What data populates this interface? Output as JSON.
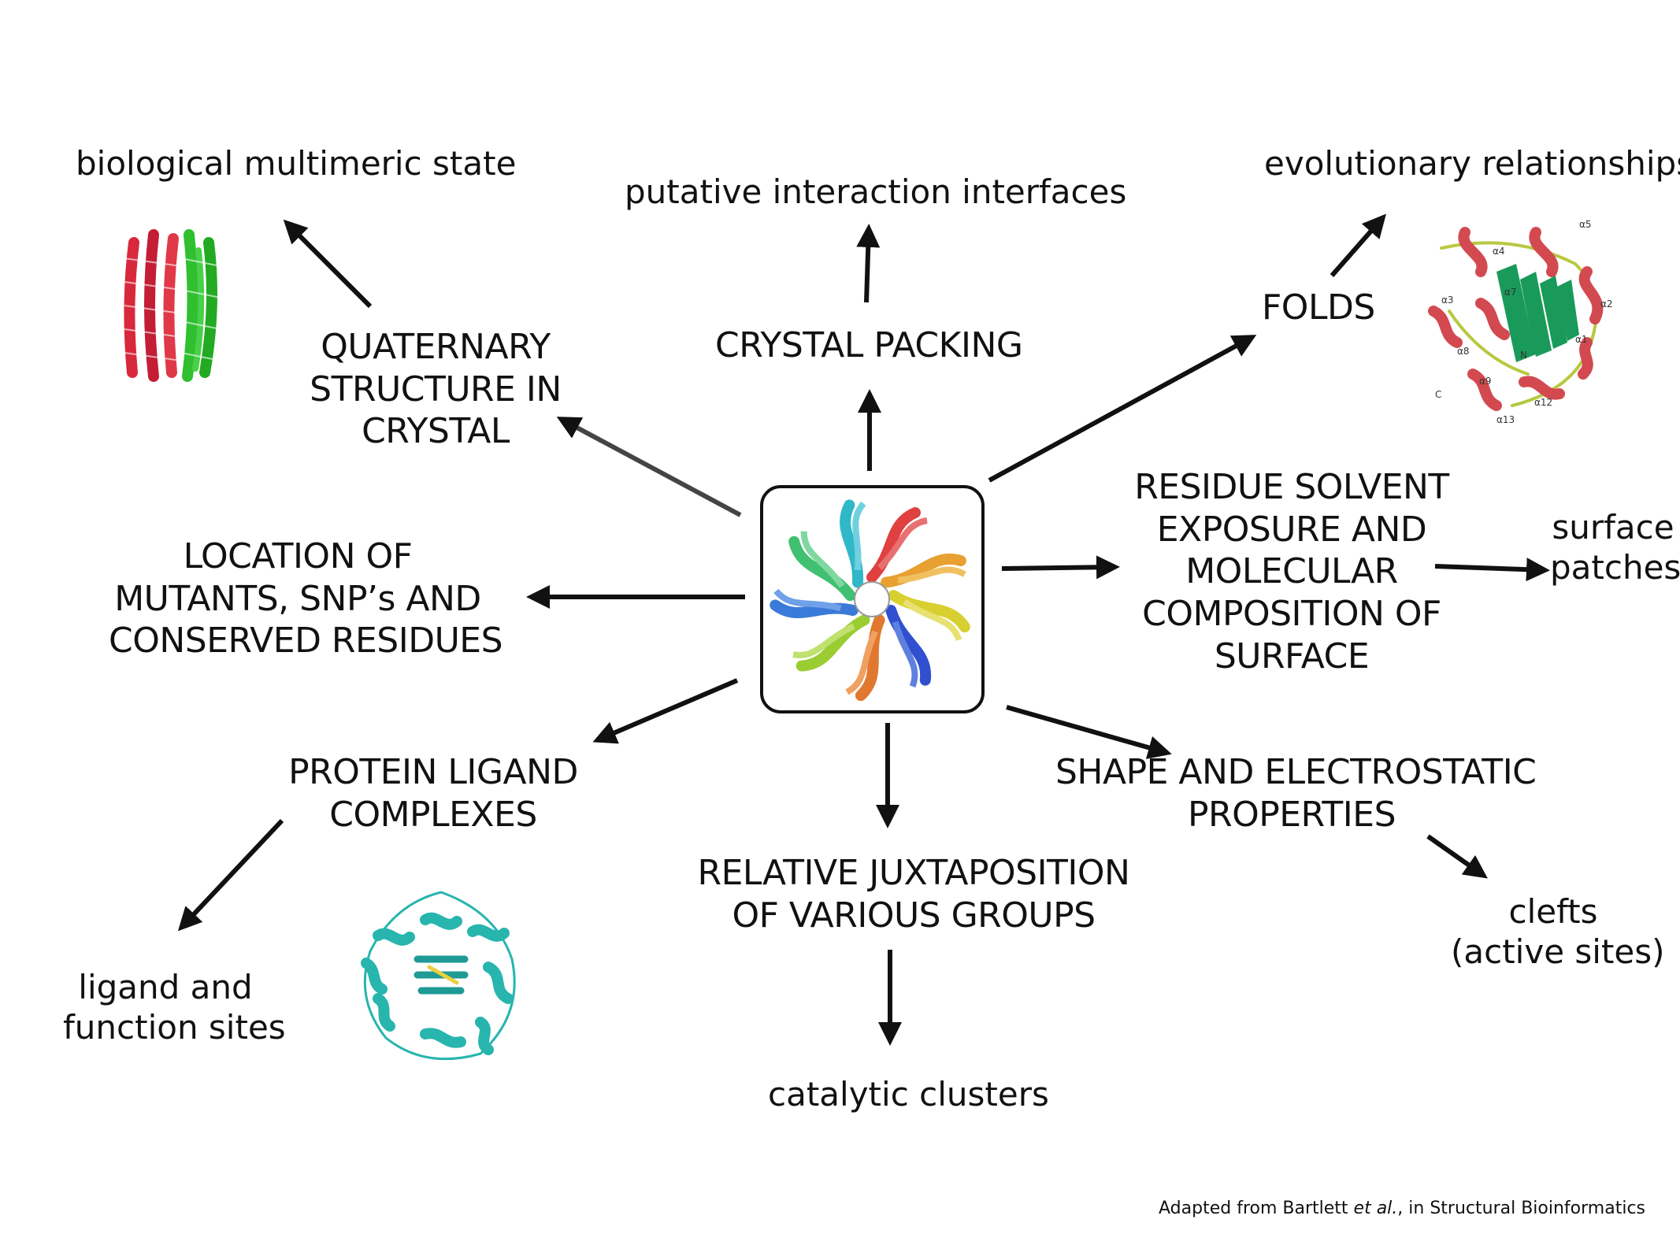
{
  "labels": {
    "biological_multimeric_state": "biological multimeric state",
    "putative_interaction_interfaces": "putative interaction interfaces",
    "evolutionary_relationships": "evolutionary relationships",
    "quaternary_structure": [
      "QUATERNARY",
      "STRUCTURE IN",
      "CRYSTAL"
    ],
    "crystal_packing": "CRYSTAL PACKING",
    "folds": "FOLDS",
    "location_of_mutants": [
      "LOCATION OF",
      "MUTANTS, SNP’s AND",
      "CONSERVED RESIDUES"
    ],
    "residue_solvent_exposure": [
      "RESIDUE SOLVENT",
      "EXPOSURE AND",
      "MOLECULAR",
      "COMPOSITION OF",
      "SURFACE"
    ],
    "surface_patches": [
      "surface",
      "patches"
    ],
    "protein_ligand_complexes": [
      "PROTEIN LIGAND",
      "COMPLEXES"
    ],
    "shape_electrostatic": [
      "SHAPE AND ELECTROSTATIC",
      "PROPERTIES"
    ],
    "relative_juxtaposition": [
      "RELATIVE JUXTAPOSITION",
      "OF VARIOUS GROUPS"
    ],
    "ligand_function_sites": [
      "ligand and",
      "function sites"
    ],
    "clefts": [
      "clefts",
      "(active sites)"
    ],
    "catalytic_clusters": "catalytic clusters"
  },
  "fold_annotations": [
    "α5",
    "α4",
    "α3",
    "α7",
    "α2",
    "α8",
    "α1",
    "α9",
    "α12",
    "α13",
    "C",
    "N"
  ],
  "credit": {
    "prefix": "Adapted from Bartlett ",
    "italic": "et al.",
    "suffix": ", in Structural Bioinformatics"
  },
  "colors": {
    "arrow": "#111111",
    "helix_red": "#d8283c",
    "helix_green": "#2fbf2f",
    "cyan_protein": "#27b5ae",
    "sheet_green": "#1a9a5a"
  }
}
